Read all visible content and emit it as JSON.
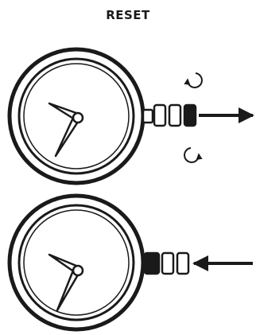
{
  "title": "RESET",
  "steps": [
    {
      "crown_position": "pulled-out",
      "arrow_direction": "right",
      "rotation_indicator": "both-directions"
    },
    {
      "crown_position": "pushed-in",
      "arrow_direction": "left"
    }
  ],
  "colors": {
    "ink": "#1a1a1a",
    "background": "#ffffff"
  }
}
